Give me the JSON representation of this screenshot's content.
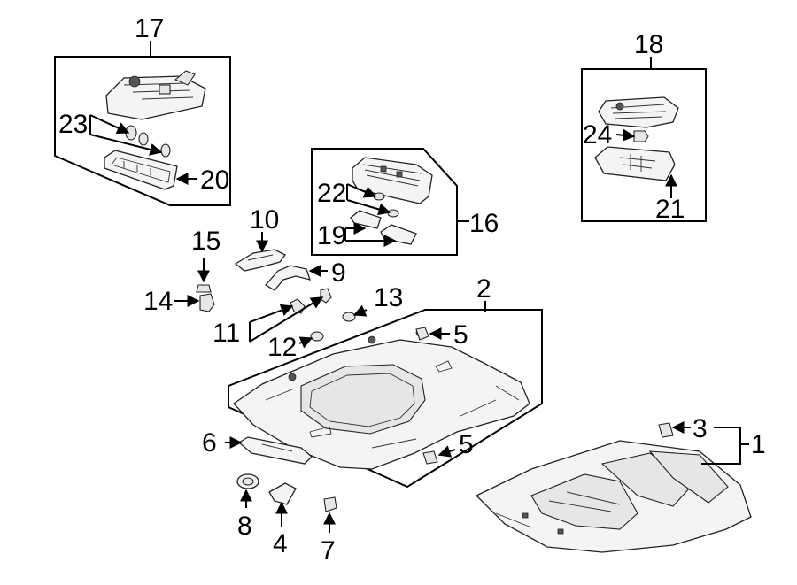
{
  "callouts": {
    "c1": "1",
    "c2": "2",
    "c3": "3",
    "c4": "4",
    "c5a": "5",
    "c5b": "5",
    "c6": "6",
    "c7": "7",
    "c8": "8",
    "c9": "9",
    "c10": "10",
    "c11": "11",
    "c12": "12",
    "c13": "13",
    "c14": "14",
    "c15": "15",
    "c16": "16",
    "c17": "17",
    "c18": "18",
    "c19": "19",
    "c20": "20",
    "c21": "21",
    "c22": "22",
    "c23": "23",
    "c24": "24"
  }
}
